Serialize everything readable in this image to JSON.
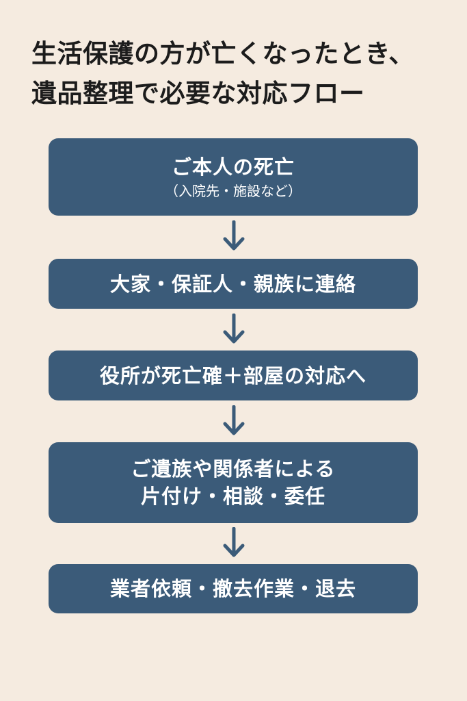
{
  "title": {
    "line1": "生活保護の方が亡くなったとき、",
    "line2": "遺品整理で必要な対応フロー"
  },
  "steps": [
    {
      "main": "ご本人の死亡",
      "sub": "（入院先・施設など）"
    },
    {
      "main": "大家・保証人・親族に連絡"
    },
    {
      "main": "役所が死亡確＋部屋の対応へ"
    },
    {
      "main": "ご遺族や関係者による",
      "main2": "片付け・相談・委任"
    },
    {
      "main": "業者依頼・撤去作業・退去"
    }
  ],
  "colors": {
    "background": "#f5ebe0",
    "box": "#3b5b79",
    "box_text": "#ffffff",
    "arrow": "#3b5b79",
    "title_text": "#1c1c1c"
  },
  "icons": {
    "connector": "arrow-down-icon"
  }
}
